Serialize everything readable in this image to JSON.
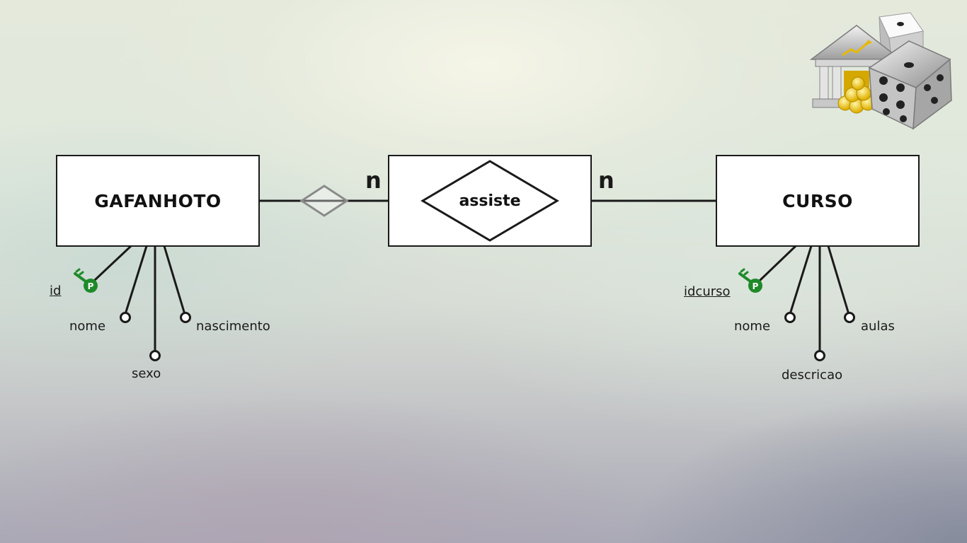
{
  "entities": {
    "left": {
      "name": "GAFANHOTO",
      "attributes": {
        "id": "id",
        "nome": "nome",
        "nascimento": "nascimento",
        "sexo": "sexo"
      }
    },
    "right": {
      "name": "CURSO",
      "attributes": {
        "idcurso": "idcurso",
        "nome": "nome",
        "aulas": "aulas",
        "descricao": "descricao"
      }
    }
  },
  "relationship": {
    "name": "assiste",
    "left_cardinality": "n",
    "right_cardinality": "n"
  },
  "key_badge": "P",
  "colors": {
    "line": "#1a1a1a",
    "box_fill": "#ffffff",
    "key_green": "#1f8a2a",
    "ghost_diamond": "#8a8a8a"
  },
  "icons": [
    "primary-key-icon",
    "bank-dice-logo"
  ]
}
